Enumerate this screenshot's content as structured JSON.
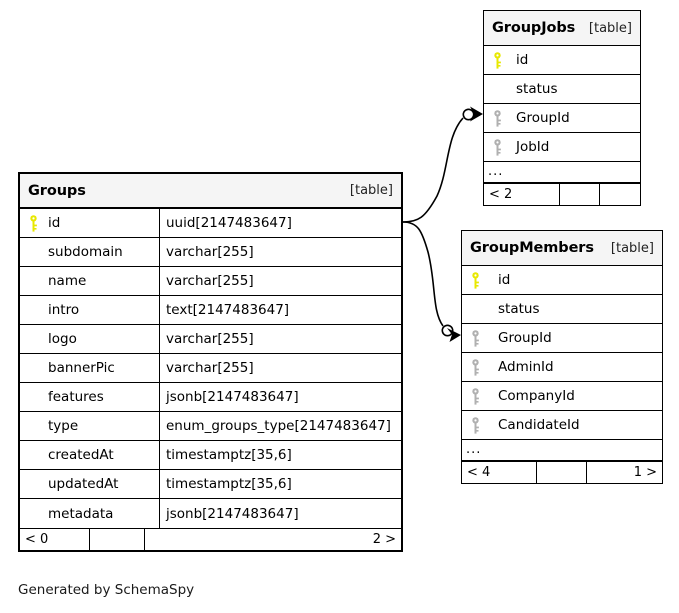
{
  "diagram": {
    "generator_note": "Generated by SchemaSpy",
    "table_kind_label": "[table]",
    "ellipsis": "...",
    "colors": {
      "primary_key": "#e8e800",
      "foreign_key": "#b0b0b0",
      "header_bg": "#f5f5f5",
      "border": "#000000",
      "background": "#ffffff"
    }
  },
  "tables": {
    "groups": {
      "name": "Groups",
      "kind": "[table]",
      "columns": [
        {
          "key": "primary",
          "key_icon": "key-icon-primary",
          "name": "id",
          "type": "uuid[2147483647]"
        },
        {
          "key": "none",
          "key_icon": "",
          "name": "subdomain",
          "type": "varchar[255]"
        },
        {
          "key": "none",
          "key_icon": "",
          "name": "name",
          "type": "varchar[255]"
        },
        {
          "key": "none",
          "key_icon": "",
          "name": "intro",
          "type": "text[2147483647]"
        },
        {
          "key": "none",
          "key_icon": "",
          "name": "logo",
          "type": "varchar[255]"
        },
        {
          "key": "none",
          "key_icon": "",
          "name": "bannerPic",
          "type": "varchar[255]"
        },
        {
          "key": "none",
          "key_icon": "",
          "name": "features",
          "type": "jsonb[2147483647]"
        },
        {
          "key": "none",
          "key_icon": "",
          "name": "type",
          "type": "enum_groups_type[2147483647]"
        },
        {
          "key": "none",
          "key_icon": "",
          "name": "createdAt",
          "type": "timestamptz[35,6]"
        },
        {
          "key": "none",
          "key_icon": "",
          "name": "updatedAt",
          "type": "timestamptz[35,6]"
        },
        {
          "key": "none",
          "key_icon": "",
          "name": "metadata",
          "type": "jsonb[2147483647]"
        }
      ],
      "footer": {
        "left": "< 0",
        "middle": "",
        "right": "2 >"
      }
    },
    "groupjobs": {
      "name": "GroupJobs",
      "kind": "[table]",
      "columns": [
        {
          "key": "primary",
          "key_icon": "key-icon-primary",
          "name": "id"
        },
        {
          "key": "none",
          "key_icon": "",
          "name": "status"
        },
        {
          "key": "foreign",
          "key_icon": "key-icon-foreign",
          "name": "GroupId"
        },
        {
          "key": "foreign",
          "key_icon": "key-icon-foreign",
          "name": "JobId"
        }
      ],
      "has_ellipsis": true,
      "footer": {
        "left": "< 2",
        "middle": "",
        "right": ""
      }
    },
    "groupmembers": {
      "name": "GroupMembers",
      "kind": "[table]",
      "columns": [
        {
          "key": "primary",
          "key_icon": "key-icon-primary",
          "name": "id"
        },
        {
          "key": "none",
          "key_icon": "",
          "name": "status"
        },
        {
          "key": "foreign",
          "key_icon": "key-icon-foreign",
          "name": "GroupId"
        },
        {
          "key": "foreign",
          "key_icon": "key-icon-foreign",
          "name": "AdminId"
        },
        {
          "key": "foreign",
          "key_icon": "key-icon-foreign",
          "name": "CompanyId"
        },
        {
          "key": "foreign",
          "key_icon": "key-icon-foreign",
          "name": "CandidateId"
        }
      ],
      "has_ellipsis": true,
      "footer": {
        "left": "< 4",
        "middle": "",
        "right": "1 >"
      }
    }
  },
  "relationships": [
    {
      "from_table": "Groups",
      "from_column": "id",
      "to_table": "GroupJobs",
      "to_column": "GroupId",
      "cardinality": "one-to-many"
    },
    {
      "from_table": "Groups",
      "from_column": "id",
      "to_table": "GroupMembers",
      "to_column": "GroupId",
      "cardinality": "one-to-many"
    }
  ]
}
